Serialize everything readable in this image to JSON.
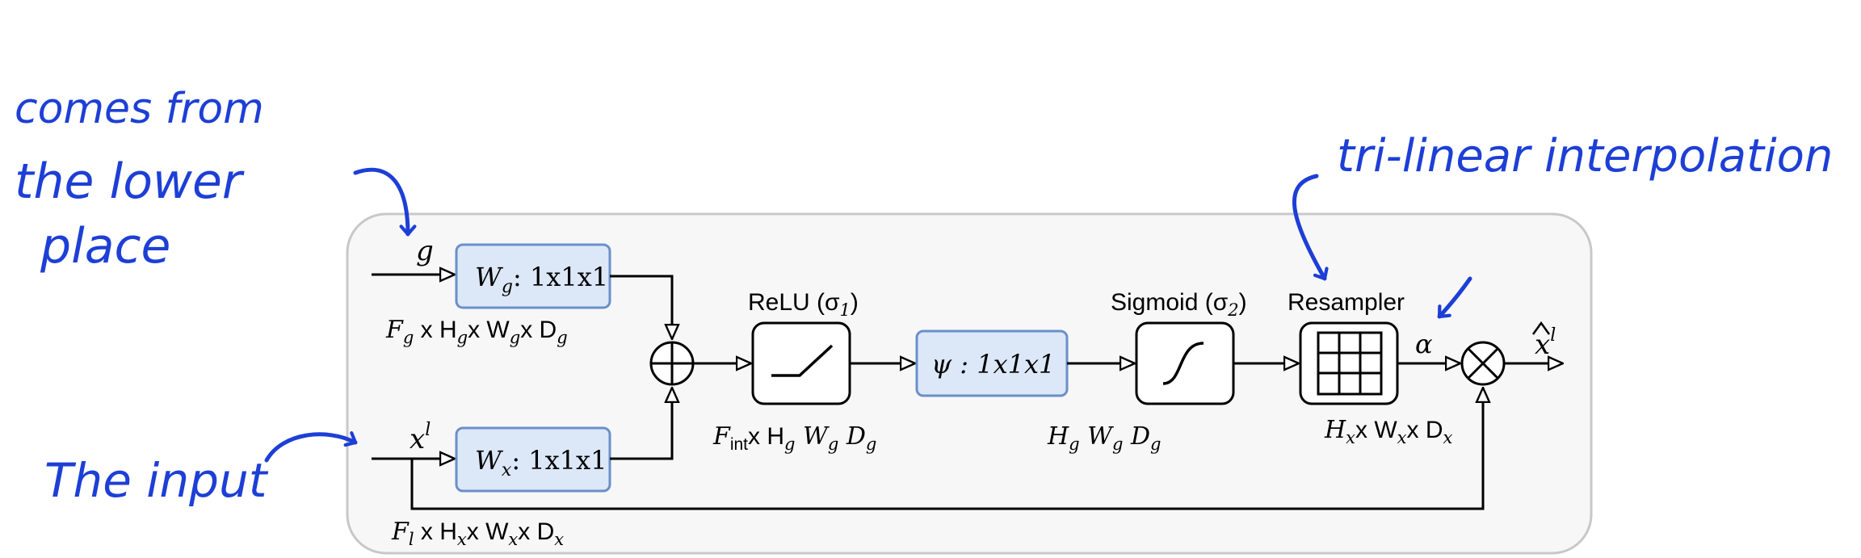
{
  "diagram": {
    "title": "",
    "inputs": {
      "g": "g",
      "xl": "x",
      "xl_sup": "l",
      "output": "x",
      "output_sup": "l"
    },
    "blocks": {
      "wg_main": "W",
      "wg_sub": "g",
      "wg_rest": ": 1x1x1",
      "wx_main": "W",
      "wx_sub": "x",
      "wx_rest": ": 1x1x1",
      "psi": "ψ : 1x1x1",
      "relu_label": "ReLU (σ",
      "relu_sub": "1",
      "relu_close": ")",
      "sigmoid_label": "Sigmoid (σ",
      "sigmoid_sub": "2",
      "sigmoid_close": ")",
      "resampler_label": "Resampler",
      "alpha": "α"
    },
    "dimensions": {
      "fg": "F",
      "fg_sub": "g",
      "fg_rest_h": " x H",
      "fg_rest_h_sub": "g",
      "fg_rest_w": "x W",
      "fg_rest_w_sub": "g",
      "fg_rest_d": "x D",
      "fg_rest_d_sub": "g",
      "fl": "F",
      "fl_sub": "l",
      "fl_rest_h": " x H",
      "fl_rest_h_sub": "x",
      "fl_rest_w": "x W",
      "fl_rest_w_sub": "x",
      "fl_rest_d": "x D",
      "fl_rest_d_sub": "x",
      "fint": "F",
      "fint_sub": "int",
      "fint_rest_h": "x H",
      "fint_rest_h_sub": "g",
      "fint_rest_w": " W",
      "fint_rest_w_sub": "g",
      "fint_rest_d": "  D",
      "fint_rest_d_sub": "g",
      "hw_h": "H",
      "hw_h_sub": "g",
      "hw_w": " W",
      "hw_w_sub": "g",
      "hw_d": "  D",
      "hw_d_sub": "g",
      "hx_h": "H",
      "hx_h_sub": "x",
      "hx_w": "x W",
      "hx_w_sub": "x",
      "hx_d": "x D",
      "hx_d_sub": "x"
    },
    "annotations": {
      "note_lower_1": "comes from",
      "note_lower_2": "the lower",
      "note_lower_3": "place",
      "note_input": "The input",
      "note_trilinear": "tri-linear interpolation"
    },
    "colors": {
      "block_fill": "#dce7f8",
      "block_stroke": "#6b8fc8",
      "panel_fill": "#f7f7f7",
      "panel_stroke": "#c8c8c8",
      "ink": "#1d3fd6"
    }
  }
}
